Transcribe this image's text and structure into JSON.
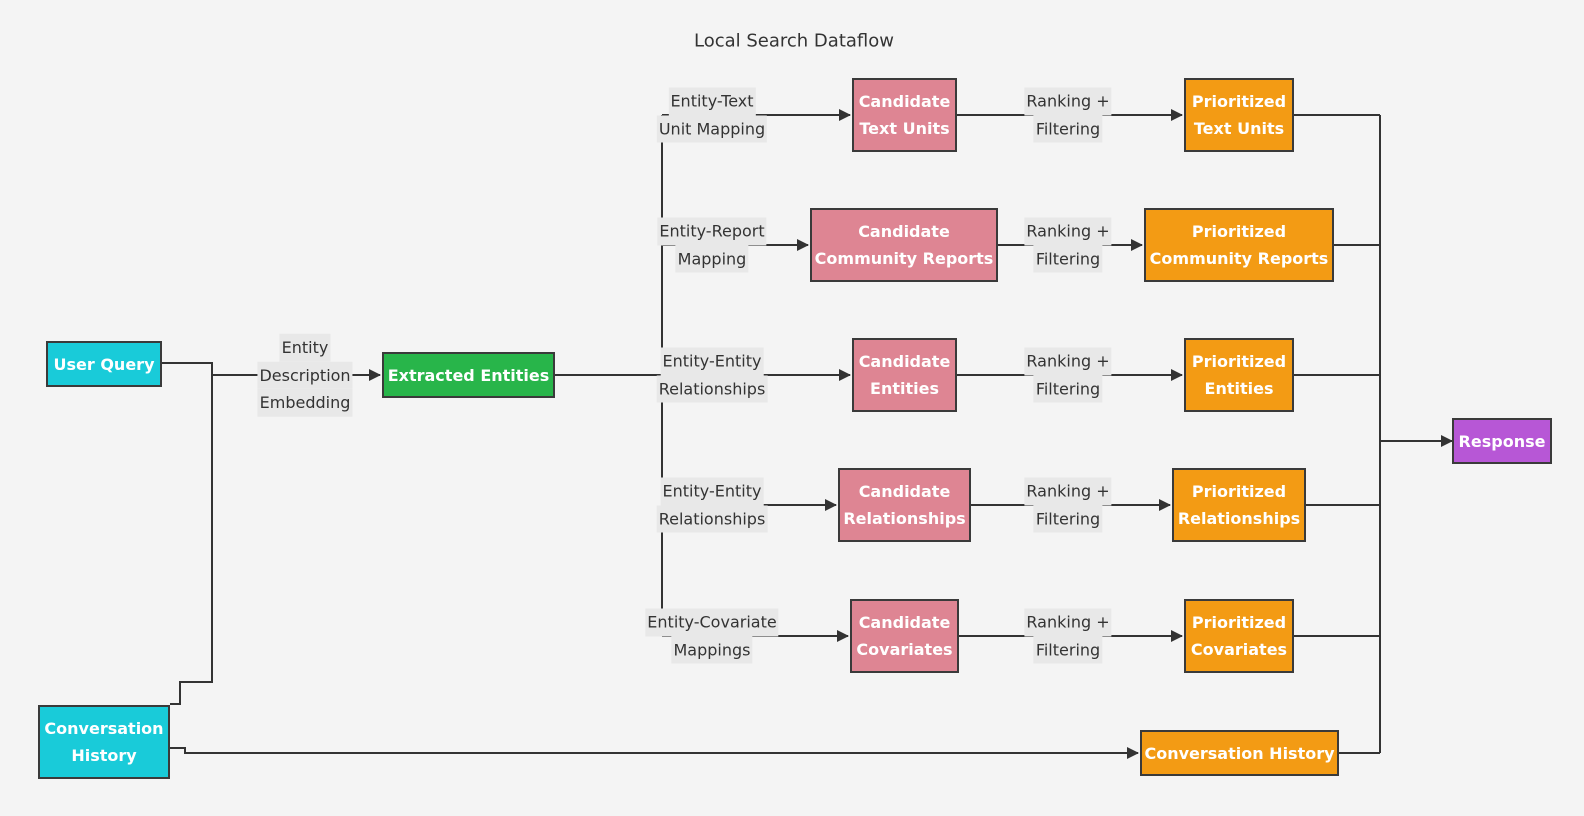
{
  "title": "Local Search Dataflow",
  "colors": {
    "input": "#19cbd9",
    "entities": "#28b54a",
    "candidate": "#de8593",
    "prioritized": "#f39b14",
    "response": "#b757d6",
    "line": "#333333",
    "background": "#f4f4f4"
  },
  "nodes": {
    "user_query": {
      "lines": [
        "User Query"
      ]
    },
    "conversation_history_input": {
      "lines": [
        "Conversation",
        "History"
      ]
    },
    "extracted_entities": {
      "lines": [
        "Extracted Entities"
      ]
    },
    "candidate_text_units": {
      "lines": [
        "Candidate",
        "Text Units"
      ]
    },
    "candidate_community_reports": {
      "lines": [
        "Candidate",
        "Community Reports"
      ]
    },
    "candidate_entities": {
      "lines": [
        "Candidate",
        "Entities"
      ]
    },
    "candidate_relationships": {
      "lines": [
        "Candidate",
        "Relationships"
      ]
    },
    "candidate_covariates": {
      "lines": [
        "Candidate",
        "Covariates"
      ]
    },
    "prioritized_text_units": {
      "lines": [
        "Prioritized",
        "Text Units"
      ]
    },
    "prioritized_community_reports": {
      "lines": [
        "Prioritized",
        "Community Reports"
      ]
    },
    "prioritized_entities": {
      "lines": [
        "Prioritized",
        "Entities"
      ]
    },
    "prioritized_relationships": {
      "lines": [
        "Prioritized",
        "Relationships"
      ]
    },
    "prioritized_covariates": {
      "lines": [
        "Prioritized",
        "Covariates"
      ]
    },
    "conversation_history_output": {
      "lines": [
        "Conversation History"
      ]
    },
    "response": {
      "lines": [
        "Response"
      ]
    }
  },
  "edge_labels": {
    "entity_description_embedding": [
      "Entity",
      "Description",
      "Embedding"
    ],
    "entity_text_unit_mapping": [
      "Entity-Text",
      "Unit Mapping"
    ],
    "entity_report_mapping": [
      "Entity-Report",
      "Mapping"
    ],
    "entity_entity_relationships_1": [
      "Entity-Entity",
      "Relationships"
    ],
    "entity_entity_relationships_2": [
      "Entity-Entity",
      "Relationships"
    ],
    "entity_covariate_mappings": [
      "Entity-Covariate",
      "Mappings"
    ],
    "ranking_filtering_1": [
      "Ranking +",
      "Filtering"
    ],
    "ranking_filtering_2": [
      "Ranking +",
      "Filtering"
    ],
    "ranking_filtering_3": [
      "Ranking +",
      "Filtering"
    ],
    "ranking_filtering_4": [
      "Ranking +",
      "Filtering"
    ],
    "ranking_filtering_5": [
      "Ranking +",
      "Filtering"
    ]
  }
}
